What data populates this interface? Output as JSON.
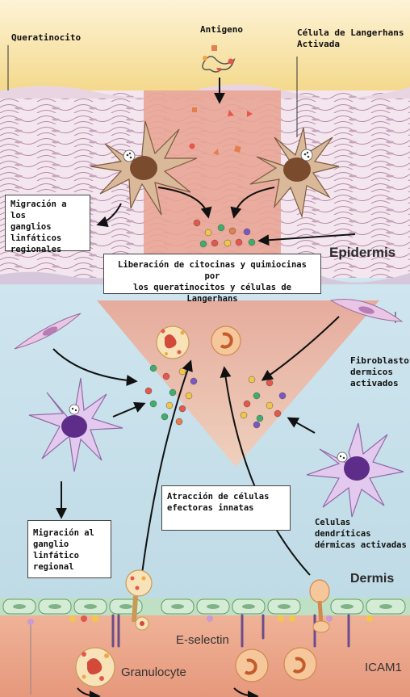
{
  "labels": {
    "queratinocito": "Queratinocito",
    "antigeno": "Antigeno",
    "langerhans_activada": "Célula de Langerhans\nActivada",
    "fibroblastos": "Fibroblastos\ndermicos\nactivados",
    "dendriticas": "Celulas dendríticas\ndérmicas activadas"
  },
  "boxes": {
    "migracion_ganglios": "Migración a los\nganglios\nlinfáticos\nregionales",
    "liberacion": "Liberación de citocinas y quimiocinas por\nlos queratinocitos y células de Langerhans",
    "atraccion": "Atracción de células\nefectoras innatas",
    "migracion_ganglio": "Migración al\nganglio linfático\nregional"
  },
  "layers": {
    "epidermis": "Epidermis",
    "dermis": "Dermis"
  },
  "bottom": {
    "e_selectin": "E-selectin",
    "granulocyte": "Granulocyte",
    "icam1": "ICAM1"
  }
}
